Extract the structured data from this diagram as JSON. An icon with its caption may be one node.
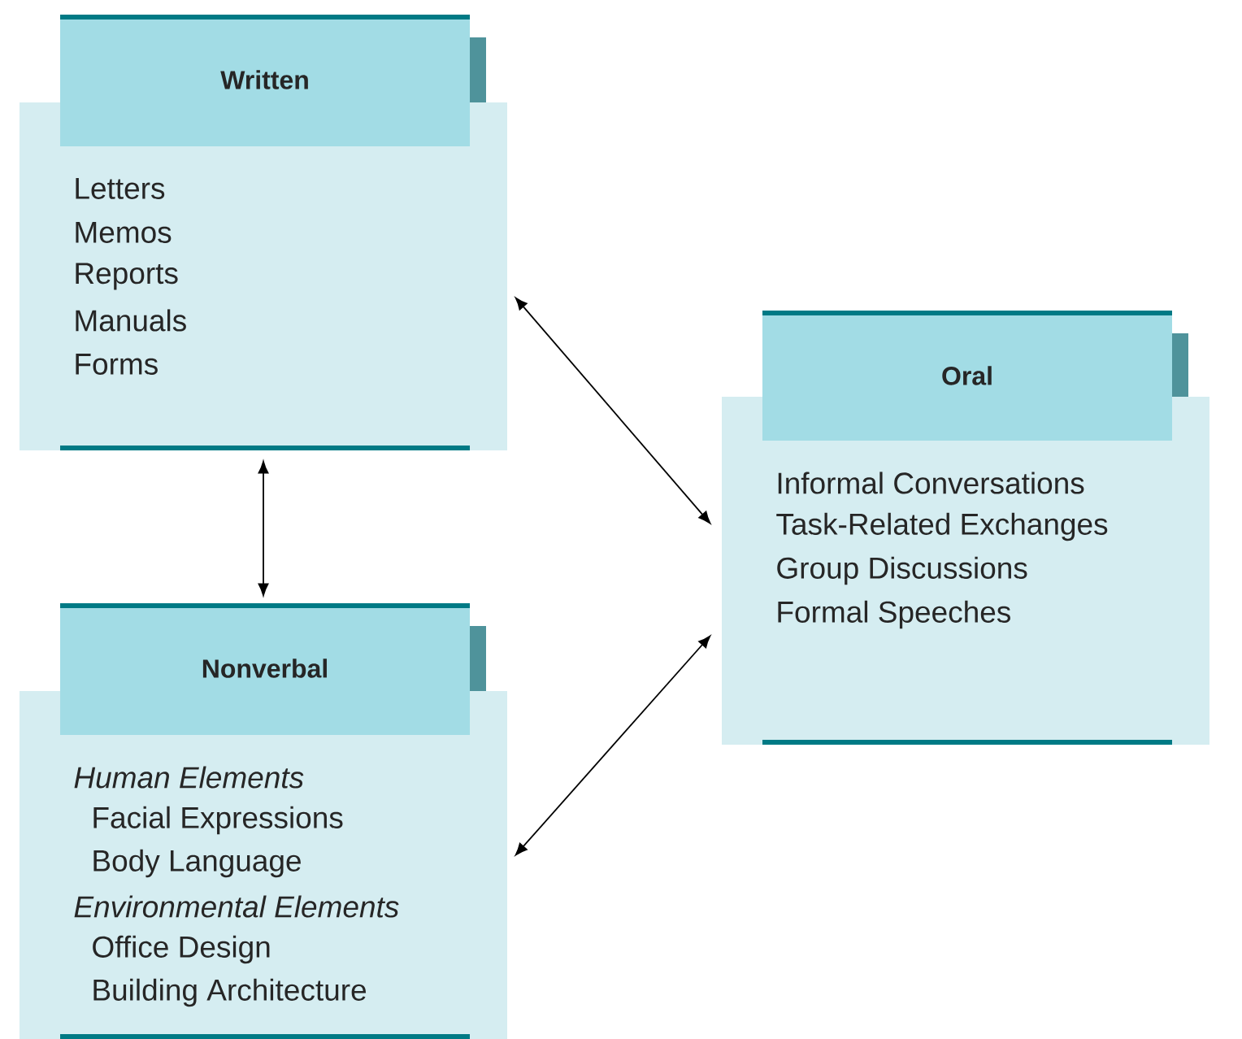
{
  "diagram": {
    "nodes": [
      {
        "text": [
          "Written",
          "Letters",
          "Memos",
          "Reports",
          "Manuals",
          "Forms"
        ]
      },
      {
        "text": [
          "Nonverbal",
          "*Human Elements*",
          "Facial Expressions",
          "Body Language",
          "*Environmental Elements*",
          "Office Design",
          "Building Architecture"
        ]
      },
      {
        "text": [
          "Oral",
          "Informal Conversations",
          "Task-Related Exchanges",
          "Group Discussions",
          "Formal Speeches"
        ]
      }
    ],
    "edges": [
      {
        "from": 0,
        "to": 1,
        "arrow": "both"
      },
      {
        "from": 0,
        "to": 2,
        "arrow": "both"
      },
      {
        "from": 1,
        "to": 2,
        "arrow": "both"
      }
    ]
  }
}
